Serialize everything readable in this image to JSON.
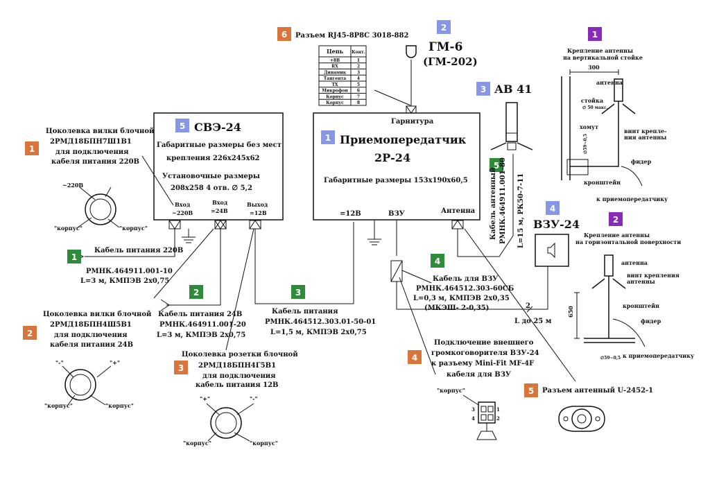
{
  "colors": {
    "orange": "#d9743a",
    "green": "#2e8b3a",
    "blue": "#8896e8",
    "purple": "#8a2bb8"
  },
  "badges": {
    "b_rj45": "6",
    "b_gm6": "2",
    "b_av41": "3",
    "b_sve": "5",
    "b_ptx": "1",
    "b_vzu": "4",
    "b_mount1": "1",
    "b_mount2": "2",
    "b_plug220": "1",
    "b_cab220": "1",
    "b_cab24": "2",
    "b_plug24": "2",
    "b_cab12": "3",
    "b_sock12": "3",
    "b_vzucable": "4",
    "b_minifit": "4",
    "b_antcab": "5",
    "b_antconn": "5"
  },
  "rj45": {
    "title": "Разъем RJ45-8P8C 3018-882",
    "head_circuit": "Цепь",
    "head_contact": "Конт.",
    "rows": [
      [
        "+8В",
        "1"
      ],
      [
        "RX",
        "2"
      ],
      [
        "Динамик",
        "3"
      ],
      [
        "Тангента",
        "4"
      ],
      [
        "TX",
        "5"
      ],
      [
        "Микрофон",
        "6"
      ],
      [
        "Корпус",
        "7"
      ],
      [
        "Корпус",
        "8"
      ]
    ]
  },
  "headset": {
    "name": "ГМ-6",
    "alt": "(ГМ-202)",
    "port": "Гарнитура"
  },
  "antenna": {
    "name": "АВ 41"
  },
  "sve": {
    "name": "СВЭ-24",
    "dims": "Габаритные размеры  без мест",
    "dims2": "крепления 226x245x62",
    "mount": "Установочные размеры",
    "mount2": "208x258   4 отв. ∅ 5,2",
    "in220": "Вход",
    "in220b": "~220В",
    "in24": "Вход",
    "in24b": "=24В",
    "out12": "Выход",
    "out12b": "=12В"
  },
  "ptx": {
    "name": "Приемопередатчик",
    "model": "2Р-24",
    "dims": "Габаритные размеры 153x190x60,5",
    "p12": "=12В",
    "pvzu": "ВЗУ",
    "pant": "Антенна"
  },
  "vzu": {
    "name": "ВЗУ-24"
  },
  "mount1": {
    "title": "Крепление антенны",
    "title2": "на вертикальной стойке",
    "dim": "300",
    "l1": "антенна",
    "l2": "стойка",
    "l3": "∅ 50 макс.",
    "l4": "хомут",
    "l5": "винт крепле-",
    "l6": "ния антенны",
    "l7": "фидер",
    "l8": "кронштейн",
    "l9": "к приемопередатчику",
    "l10": "∅59~0,5"
  },
  "mount2": {
    "title": "Крепление антенны",
    "title2": "на горизонтальной поверхности",
    "l1": "антенна",
    "l2": "винт крепления",
    "l3": "антенны",
    "l4": "кронштейн",
    "l5": "фидер",
    "l6": "к приемопередатчику",
    "dim": "650",
    "l7": "∅59~0,5"
  },
  "plug220": {
    "l1": "Цоколевка вилки блочной",
    "l2": "2РМД18БПН7Ш1В1",
    "l3": "для подключения",
    "l4": "кабеля питания 220В",
    "v": "~220В",
    "c1": "\"корпус\"",
    "c2": "\"корпус\""
  },
  "cab220": {
    "l1": "Кабель питания 220В",
    "l2": "РМНК.464911.001-10",
    "l3": "L=3 м, КМПЭВ 2x0,75"
  },
  "plug24": {
    "l1": "Цоколевка вилки блочной",
    "l2": "2РМД18БПН4Ш5В1",
    "l3": "для подключения",
    "l4": "кабеля питания 24В",
    "m": "\"-\"",
    "p": "\"+\"",
    "c1": "\"корпус\"",
    "c2": "\"корпус\""
  },
  "cab24": {
    "l1": "Кабель питания 24В",
    "l2": "РМНК.464911.001-20",
    "l3": "L=3 м, КМПЭВ  2x0,75"
  },
  "sock12": {
    "l1": "Цоколевка розетки блочной",
    "l2": "2РМД18БПН4Г5В1",
    "l3": "для подключения",
    "l4": "кабель питания 12В",
    "p": "\"+\"",
    "m": "\"-\"",
    "c1": "\"корпус\"",
    "c2": "\"корпус\""
  },
  "cab12": {
    "l1": "Кабель питания",
    "l2": "РМНК.464512.303.01-50-01",
    "l3": "L=1,5 м, КМПЭВ 2x0,75"
  },
  "vzucab": {
    "l1": "Кабель для  ВЗУ",
    "l2": "РМНК.464512.303-60СБ",
    "l3": "L=0,3 м, КМПЭВ 2x0,35",
    "l4": "(МКЭШ- 2-0,35)",
    "len": "L до 25 м",
    "n": "2"
  },
  "minifit": {
    "l1": "Подключение внешнего",
    "l2": "громкоговорителя ВЗУ-24",
    "l3": "к разъему Mini-Fit MF-4F",
    "l4": "кабеля для ВЗУ",
    "c": "\"корпус\"",
    "p3": "3",
    "p4": "4",
    "p1": "1",
    "p2": "2"
  },
  "antcab": {
    "l1": "Кабель антенный",
    "l2": "РМНК.464911.001-80",
    "l3": "L=15 м, РК50-7-11"
  },
  "antconn": {
    "l1": "Разъем антенный U-2452-1"
  }
}
